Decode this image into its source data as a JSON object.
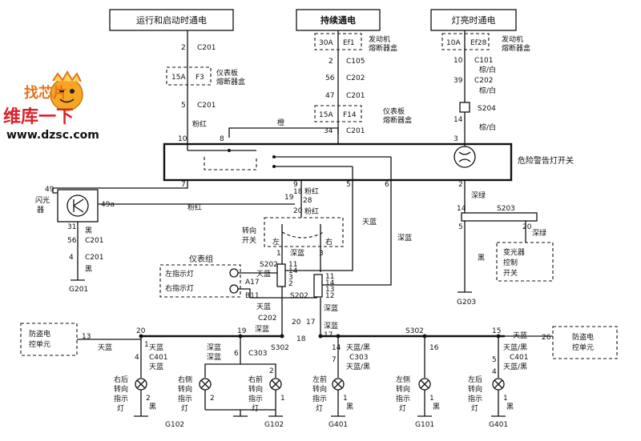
{
  "watermark": {
    "brand": "找芯片",
    "slogan": "维库一下",
    "url": "www.dzsc.com"
  },
  "top_boxes": {
    "run_start": "运行和启动时通电",
    "always": "持续通电",
    "lights_on": "灯亮时通电"
  },
  "col_a": {
    "pin_c201_top": "2",
    "c201_top": "C201",
    "fuse_amp": "15A",
    "fuse_id": "F3",
    "box_l1": "仪表板",
    "box_l2": "熔断器盒",
    "pin_c201_bot": "5",
    "c201_bot": "C201",
    "wire": "粉红"
  },
  "col_b": {
    "fuse_amp": "30A",
    "fuse_id": "Ef1",
    "box_l1": "发动机",
    "box_l2": "熔断器盒",
    "pin_c105": "2",
    "c105": "C105",
    "pin_c202": "56",
    "c202": "C202",
    "pin_c201": "47",
    "c201": "C201",
    "fuse2_amp": "15A",
    "fuse2_id": "F14",
    "box2_l1": "仪表板",
    "box2_l2": "熔断器盒",
    "pin_c201b": "34",
    "c201b": "C201",
    "wire": "橙"
  },
  "col_c": {
    "fuse_amp": "10A",
    "fuse_id": "Ef28",
    "box_l1": "发动机",
    "box_l2": "熔断器盒",
    "pin_c101": "10",
    "c101": "C101",
    "wire1": "棕/白",
    "pin_c202": "39",
    "c202": "C202",
    "wire2": "棕/白",
    "s204": "S204",
    "pin_14": "14",
    "wire3": "棕/白"
  },
  "hazard_switch": {
    "label": "危险警告灯开关",
    "pins": {
      "p10": "10",
      "p8": "8",
      "p3": "3",
      "p7": "7",
      "p9": "9",
      "p5": "5",
      "p6": "6",
      "p2": "2"
    }
  },
  "flasher": {
    "label_l1": "闪光",
    "label_l2": "器",
    "pin_49": "49",
    "pin_49a": "49a",
    "pin_31": "31",
    "wire_black": "黑",
    "pin_56": "56",
    "c201a": "C201",
    "pin_4": "4",
    "c201b": "C201",
    "ground": "G201",
    "wire_pink": "粉红"
  },
  "turn_switch": {
    "label_l1": "转向",
    "label_l2": "开关",
    "pin_18": "18",
    "wire_18": "粉红",
    "pin_19": "19",
    "pin_28": "28",
    "pin_20": "20",
    "wire_20": "粉红",
    "left": "左",
    "right": "右",
    "pin_1": "1",
    "wire_1": "深蓝",
    "pin_3": "3"
  },
  "cluster": {
    "title": "仪表组",
    "left_ind": "左指示灯",
    "right_ind": "右指示灯",
    "a17": "A17",
    "b11": "B11",
    "s202a": "S202",
    "s202b": "S202",
    "s202a_pins": [
      "11",
      "14",
      "3",
      "2"
    ],
    "s202b_pins": [
      "11",
      "14",
      "13",
      "12"
    ],
    "wire_tianlan": "天蓝"
  },
  "mid_wires": {
    "tianlan": "天蓝",
    "shenlan": "深蓝",
    "c202": "C202",
    "pin_20": "20",
    "pin_17": "17",
    "tianlan2": "天蓝",
    "shenlan2": "深蓝",
    "shenlan3": "深蓝",
    "right_black": "黑",
    "dimmer_wire": "深绿",
    "s203": "S203",
    "pin_14": "14",
    "pin_5": "5",
    "dimmer_l1": "变光器",
    "dimmer_l2": "控制",
    "dimmer_l3": "开关",
    "ground_g203": "G203",
    "black": "黑",
    "shenlv": "深绿"
  },
  "bottom": {
    "left_module_l1": "防盗电",
    "left_module_l2": "控单元",
    "right_module_l1": "防盗电",
    "right_module_l2": "控单元",
    "pin_13": "13",
    "pin_20": "20",
    "pin_19": "19",
    "pin_18": "18",
    "pin_17": "17",
    "pin_15": "15",
    "pin_26": "26",
    "tianlan": "天蓝",
    "shenlan": "深蓝",
    "shenlan2": "深蓝",
    "tianlan2": "天蓝",
    "s302a": "S302",
    "s302b": "S302",
    "c401a": "C401",
    "c401b": "C401",
    "c303a": "C303",
    "c303b": "C303",
    "pin_1a": "1",
    "pin_4a": "4",
    "pin_6": "6",
    "pin_14": "14",
    "pin_7": "7",
    "pin_16": "16",
    "pin_5": "5",
    "pin_4b": "4",
    "w_tianlan": "天蓝",
    "w_tianlan_b": "天蓝",
    "w_shenlan": "深蓝",
    "w_shenlan2": "深蓝",
    "w_tlh1": "天蓝/黑",
    "w_tlh2": "天蓝/黑",
    "w_tlh3": "天蓝/黑",
    "w_tlh4": "天蓝/黑",
    "lamps": [
      {
        "label": [
          "右后",
          "转向",
          "指示",
          "灯"
        ],
        "pin": "2",
        "ground": "G102",
        "gnd_wire": "黑"
      },
      {
        "label": [
          "右侧",
          "转向",
          "指示",
          "灯"
        ],
        "pin": "2"
      },
      {
        "label": [
          "右前",
          "转向",
          "指示",
          "灯"
        ],
        "pin": "2",
        "ground": "G102"
      },
      {
        "label": [
          "左前",
          "转向",
          "指示",
          "灯"
        ],
        "pin": "1",
        "ground": "G401",
        "gnd_wire": "黑"
      },
      {
        "label": [
          "左侧",
          "转向",
          "指示",
          "灯"
        ],
        "pin": "1",
        "ground": "G101",
        "gnd_wire": "黑"
      },
      {
        "label": [
          "左后",
          "转向",
          "指示",
          "灯"
        ],
        "pin": "1",
        "ground": "G401",
        "gnd_wire": "黑"
      }
    ],
    "right_lamp_pins": [
      "2",
      "1"
    ],
    "g102b": "G102",
    "black1": "黑",
    "black2": "黑",
    "black3": "黑"
  }
}
